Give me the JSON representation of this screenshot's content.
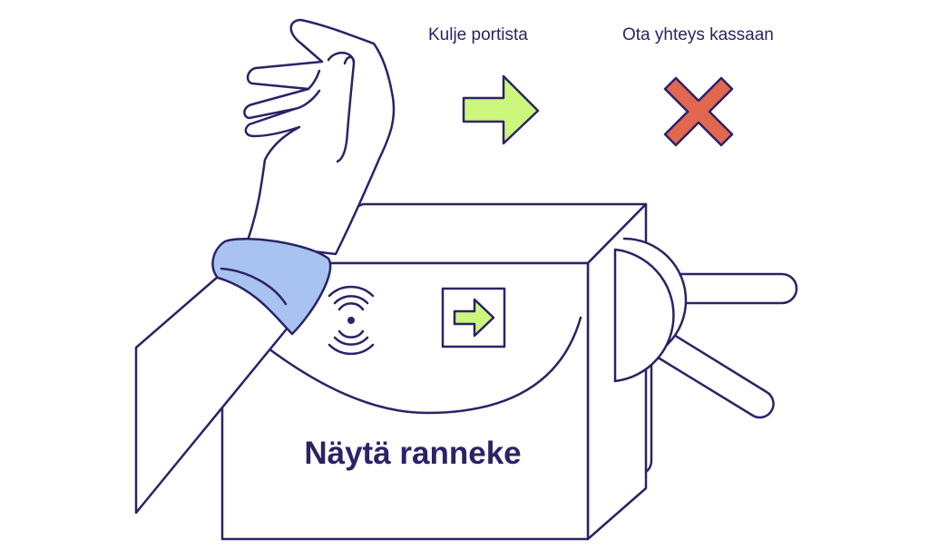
{
  "legend": {
    "go_label": "Kulje portista",
    "contact_label": "Ota yhteys kassaan"
  },
  "gate": {
    "instruction": "Näytä ranneke"
  },
  "icons": {
    "go": "green-arrow-icon",
    "stop": "red-cross-icon",
    "reader": "nfc-signal-icon",
    "display": "arrow-display-icon",
    "wristband": "wristband-icon",
    "hand": "hand-icon",
    "turnstile": "turnstile-arms-icon"
  },
  "colors": {
    "ink": "#2b2368",
    "go_green": "#cdf77c",
    "stop_red": "#e2674f",
    "wristband_blue": "#a9c3f0",
    "background": "#ffffff"
  }
}
